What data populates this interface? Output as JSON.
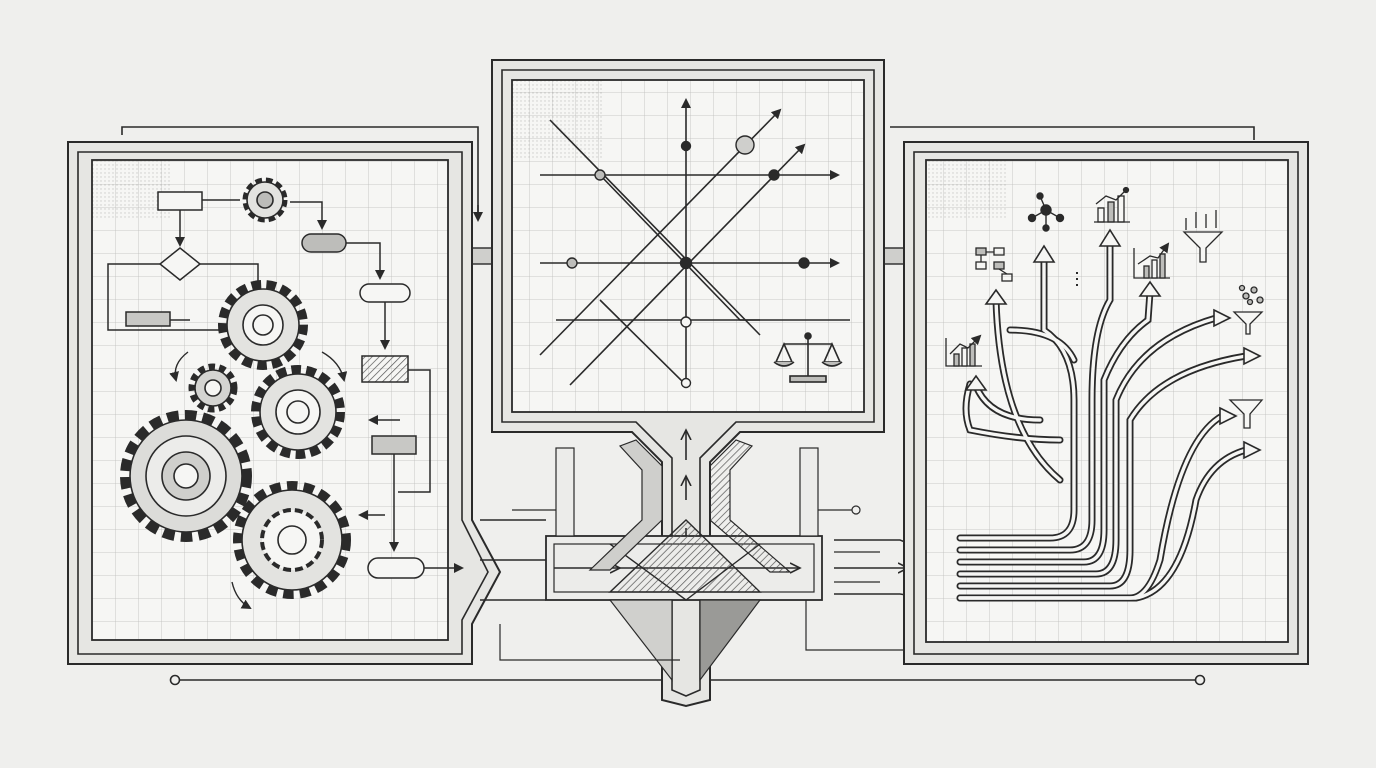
{
  "colors": {
    "paper": "#efefed",
    "panel": "#f6f6f4",
    "ink": "#2a2a2a",
    "grid": "#b9b9b6",
    "shade": "#8d8d8a",
    "light_shade": "#c9c9c6"
  },
  "panels": [
    {
      "id": "process-panel",
      "icons": [
        "gear-icon",
        "flowchart-icon",
        "decision-diamond-icon"
      ]
    },
    {
      "id": "analysis-panel",
      "icons": [
        "balance-scale-icon",
        "network-node-icon"
      ]
    },
    {
      "id": "outcomes-panel",
      "icons": [
        "bar-chart-icon",
        "line-chart-icon",
        "funnel-icon",
        "network-icon",
        "hierarchy-icon"
      ]
    }
  ]
}
